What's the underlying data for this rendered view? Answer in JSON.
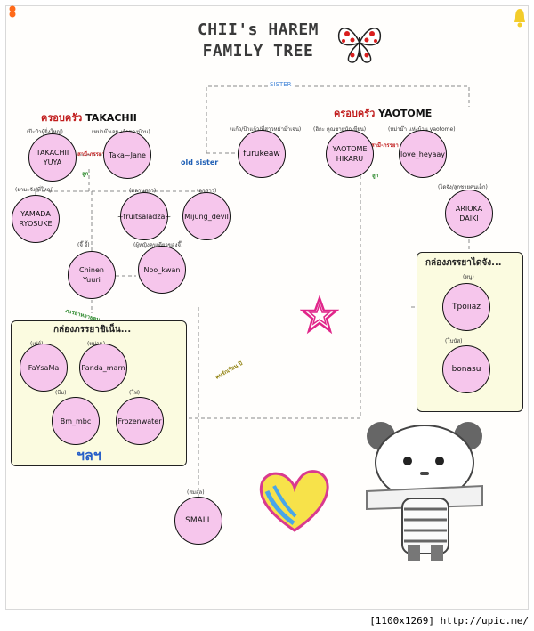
{
  "title": {
    "line1": "CHII's HAREM",
    "line2": "FAMILY TREE"
  },
  "families": {
    "takachii": {
      "th": "ครอบครัว",
      "en": "TAKACHII"
    },
    "yaotome": {
      "th": "ครอบครัว",
      "en": "YAOTOME"
    }
  },
  "links": {
    "sister": "SISTER",
    "old_sister": "old sister",
    "spouse_a": "สามี-ภรรยา",
    "spouse_b": "สามี-ภรรยา",
    "child_a": "ลูก",
    "child_b": "ลูก",
    "wife_group": "ภรรยาหลายคน",
    "lover": "คนรักเรียน ปิ"
  },
  "nodes": {
    "takachii_yuya": {
      "line1": "TAKACHII",
      "line2": "YUYA",
      "caption": "(ป๊ะป๋าผู้ยิ่งใหญ่)"
    },
    "taka_jane": {
      "line1": "Taka~Jane",
      "caption": "(หม่าม๊าเจน เจ้าของบ้าน)"
    },
    "furukeaw": {
      "line1": "furukeaw",
      "caption": "(แก้ว/ป้าแก้ว/พี่สาวหม่าม๊าเจน)"
    },
    "yaotome_hikaru": {
      "line1": "YAOTOME",
      "line2": "HIKARU",
      "caption": "(ฮิกะ คุณชายนักเขียน)"
    },
    "love_heyaay": {
      "line1": "love_heyaay",
      "caption": "(หม่าม๊า แห่งบ้าน yaotome)"
    },
    "yamada_ryosuke": {
      "line1": "YAMADA",
      "line2": "RYOSUKE",
      "caption": "(ยามะจัง/พี่ใหญ่)"
    },
    "fruitsaladza": {
      "line1": "~fruitsaladza~",
      "caption": "(หลานสาว)"
    },
    "mijung_devil": {
      "line1": "Mijung_devil",
      "caption": "(ลูกสาว)"
    },
    "arioka_daiki": {
      "line1": "ARIOKA",
      "line2": "DAIKI",
      "caption": "(ไดจัง/ลูกชายคนเล็ก)"
    },
    "chinen_yuuri": {
      "line1": "Chinen",
      "line2": "Yuuri",
      "caption": "(จี๊ จี้)"
    },
    "noo_kwan": {
      "line1": "Noo_kwan",
      "caption": "(ผู้หญิงคนเดียวของจี๊)"
    },
    "faysama": {
      "line1": "FaYsaMa",
      "caption": "(เฟย์)"
    },
    "panda_marn": {
      "line1": "Panda_marn",
      "caption": "(หม่าน)"
    },
    "bm_mbc": {
      "line1": "Bm_mbc",
      "caption": "(บีม)"
    },
    "frozenwater": {
      "line1": "Frozenwater",
      "caption": "(โฟ)"
    },
    "tpoiiaz": {
      "line1": "Tpoiiaz",
      "caption": "(หนู)"
    },
    "bonasu": {
      "line1": "bonasu",
      "caption": "(โบนัส)"
    },
    "small": {
      "line1": "SMALL",
      "caption": "(สมอล)"
    }
  },
  "boxes": {
    "chinen_wives": {
      "title": "กล่องภรรยาชิเน็น...",
      "etc": "ฯลฯ"
    },
    "daiki_wives": {
      "title": "กล่องภรรยาไดจัง..."
    }
  },
  "footer": "[1100x1269] http://upic.me/",
  "colors": {
    "node_fill": "#f6c6ec",
    "box_fill": "#fbfbe0",
    "spouse_red": "#c11d1d",
    "child_green": "#2f8a2f",
    "link_gray": "#8a8a8a"
  }
}
